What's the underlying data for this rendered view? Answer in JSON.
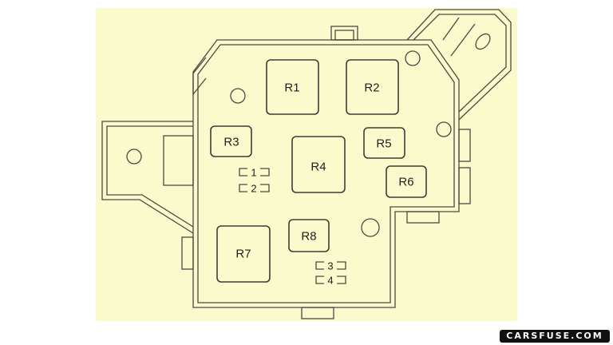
{
  "colors": {
    "background": "#fbfacc",
    "outline": "#3c3c38"
  },
  "relays": [
    {
      "id": "R1",
      "label": "R1"
    },
    {
      "id": "R2",
      "label": "R2"
    },
    {
      "id": "R3",
      "label": "R3"
    },
    {
      "id": "R4",
      "label": "R4"
    },
    {
      "id": "R5",
      "label": "R5"
    },
    {
      "id": "R6",
      "label": "R6"
    },
    {
      "id": "R7",
      "label": "R7"
    },
    {
      "id": "R8",
      "label": "R8"
    }
  ],
  "fuses": [
    {
      "label": "1"
    },
    {
      "label": "2"
    },
    {
      "label": "3"
    },
    {
      "label": "4"
    }
  ],
  "watermark": "CARSFUSE.COM"
}
